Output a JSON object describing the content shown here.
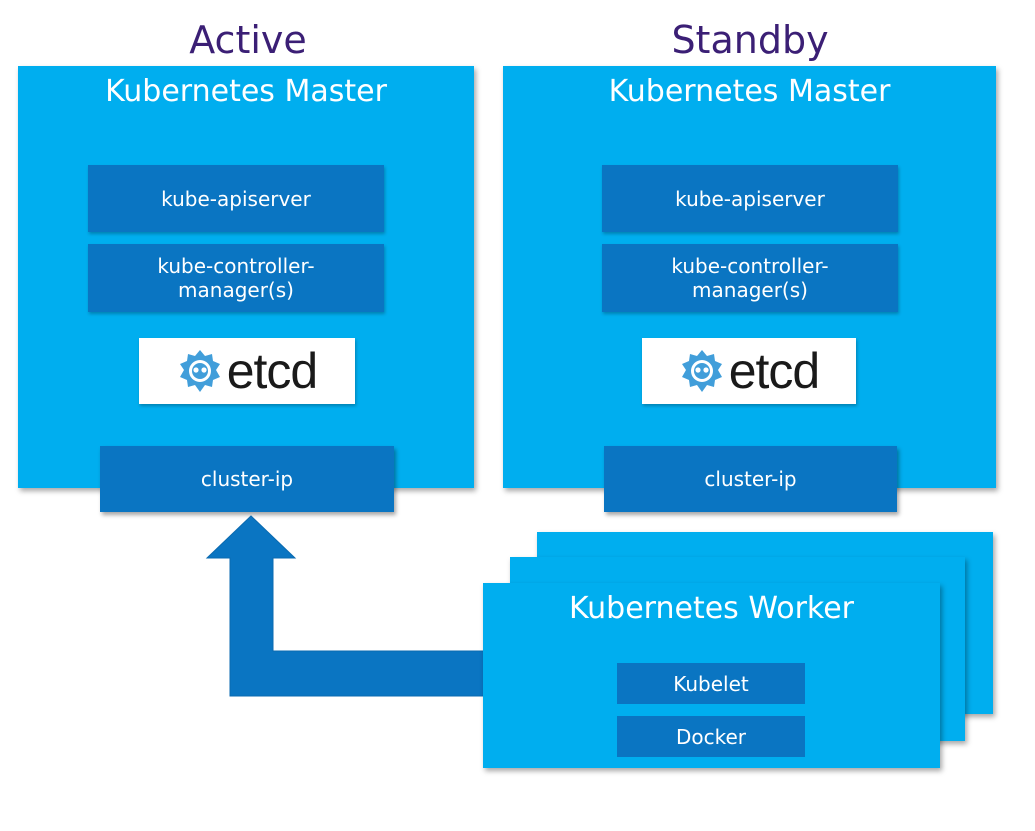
{
  "active_title": "Active",
  "standby_title": "Standby",
  "masters": [
    {
      "title": "Kubernetes Master",
      "apiserver": "kube-apiserver",
      "controller_line1": "kube-controller-",
      "controller_line2": "manager(s)",
      "etcd": "etcd",
      "cluster_ip": "cluster-ip"
    },
    {
      "title": "Kubernetes Master",
      "apiserver": "kube-apiserver",
      "controller_line1": "kube-controller-",
      "controller_line2": "manager(s)",
      "etcd": "etcd",
      "cluster_ip": "cluster-ip"
    }
  ],
  "worker": {
    "title": "Kubernetes Worker",
    "kubelet": "Kubelet",
    "docker": "Docker"
  },
  "colors": {
    "panel": "#00aeef",
    "component": "#0a75c2",
    "arrow": "#0a75c2",
    "heading": "#3b1f75"
  },
  "icons": {
    "etcd_logo": "etcd-logo-icon",
    "arrow": "arrow-up-icon"
  }
}
